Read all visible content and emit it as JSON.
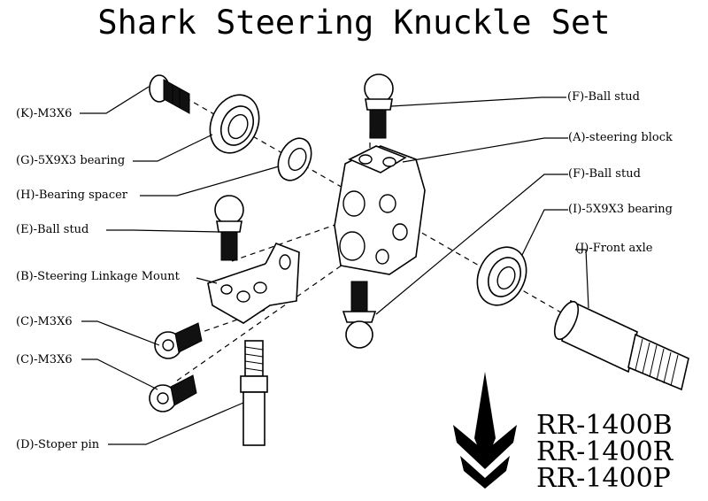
{
  "title": "Shark Steering Knuckle Set",
  "labels": {
    "k_m3x6": "(K)-M3X6",
    "g_bearing": "(G)-5X9X3 bearing",
    "h_spacer": "(H)-Bearing spacer",
    "e_ball_stud": "(E)-Ball stud",
    "b_linkage_mount": "(B)-Steering Linkage Mount",
    "c_m3x6_1": "(C)-M3X6",
    "c_m3x6_2": "(C)-M3X6",
    "d_stoper_pin": "(D)-Stoper pin",
    "f_ball_stud_1": "(F)-Ball stud",
    "a_steering_block": "(A)-steering block",
    "f_ball_stud_2": "(F)-Ball stud",
    "i_bearing": "(I)-5X9X3 bearing",
    "j_front_axle": "(J)-Front axle"
  },
  "part_codes": [
    "RR-1400B",
    "RR-1400R",
    "RR-1400P"
  ]
}
